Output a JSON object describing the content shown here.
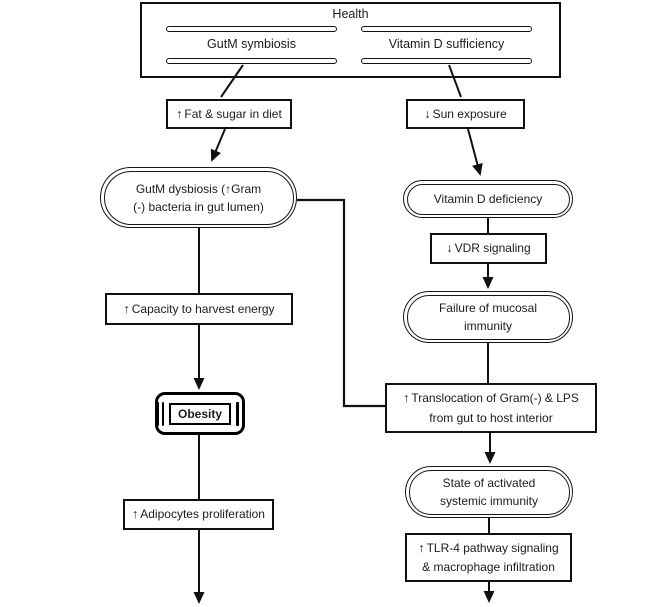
{
  "colors": {
    "background": "#ffffff",
    "line": "#111111",
    "text": "#1c1c1c"
  },
  "health": {
    "title": "Health",
    "items": [
      {
        "label": "GutM symbiosis"
      },
      {
        "label": "Vitamin D sufficiency"
      }
    ]
  },
  "nodes": {
    "fat_sugar": {
      "arrow": "↑",
      "label": "Fat & sugar in diet"
    },
    "sun_exposure": {
      "arrow": "↓",
      "label": "Sun exposure"
    },
    "gutm_dysbiosis": {
      "line1": "GutM dysbiosis (↑Gram",
      "line2": "(-) bacteria in gut lumen)"
    },
    "vitamin_d_deficiency": {
      "label": "Vitamin D deficiency"
    },
    "vdr_signaling": {
      "arrow": "↓",
      "label": "VDR signaling"
    },
    "capacity_harvest": {
      "arrow": "↑",
      "label": "Capacity to harvest energy"
    },
    "mucosal_failure": {
      "line1": "Failure of mucosal",
      "line2": "immunity"
    },
    "translocation": {
      "arrow": "↑",
      "line1": "Translocation of Gram(-) & LPS",
      "line2": "from gut to host interior"
    },
    "obesity": {
      "label": "Obesity"
    },
    "systemic_immunity": {
      "line1": "State of activated",
      "line2": "systemic immunity"
    },
    "adipocytes": {
      "arrow": "↑",
      "label": "Adipocytes proliferation"
    },
    "tlr4": {
      "arrow": "↑",
      "line1": "TLR-4 pathway signaling",
      "line2": "& macrophage infiltration"
    }
  }
}
